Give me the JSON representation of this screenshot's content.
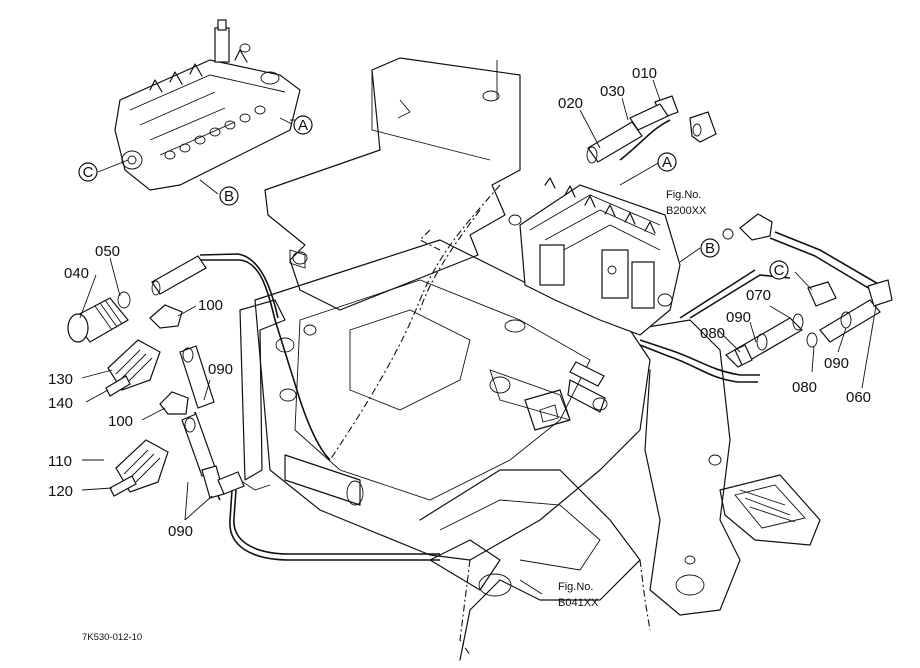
{
  "callouts": {
    "a": "A",
    "b": "B",
    "c": "C"
  },
  "labels": {
    "p010": "010",
    "p020": "020",
    "p030": "030",
    "p040": "040",
    "p050": "050",
    "p060": "060",
    "p070": "070",
    "p080": "080",
    "p090": "090",
    "p100": "100",
    "p110": "110",
    "p120": "120",
    "p130": "130",
    "p140": "140"
  },
  "figure_refs": [
    {
      "title": "Fig.No.",
      "number": "B200XX"
    },
    {
      "title": "Fig.No.",
      "number": "B041XX"
    }
  ],
  "drawing_code": "7K530-012-10"
}
